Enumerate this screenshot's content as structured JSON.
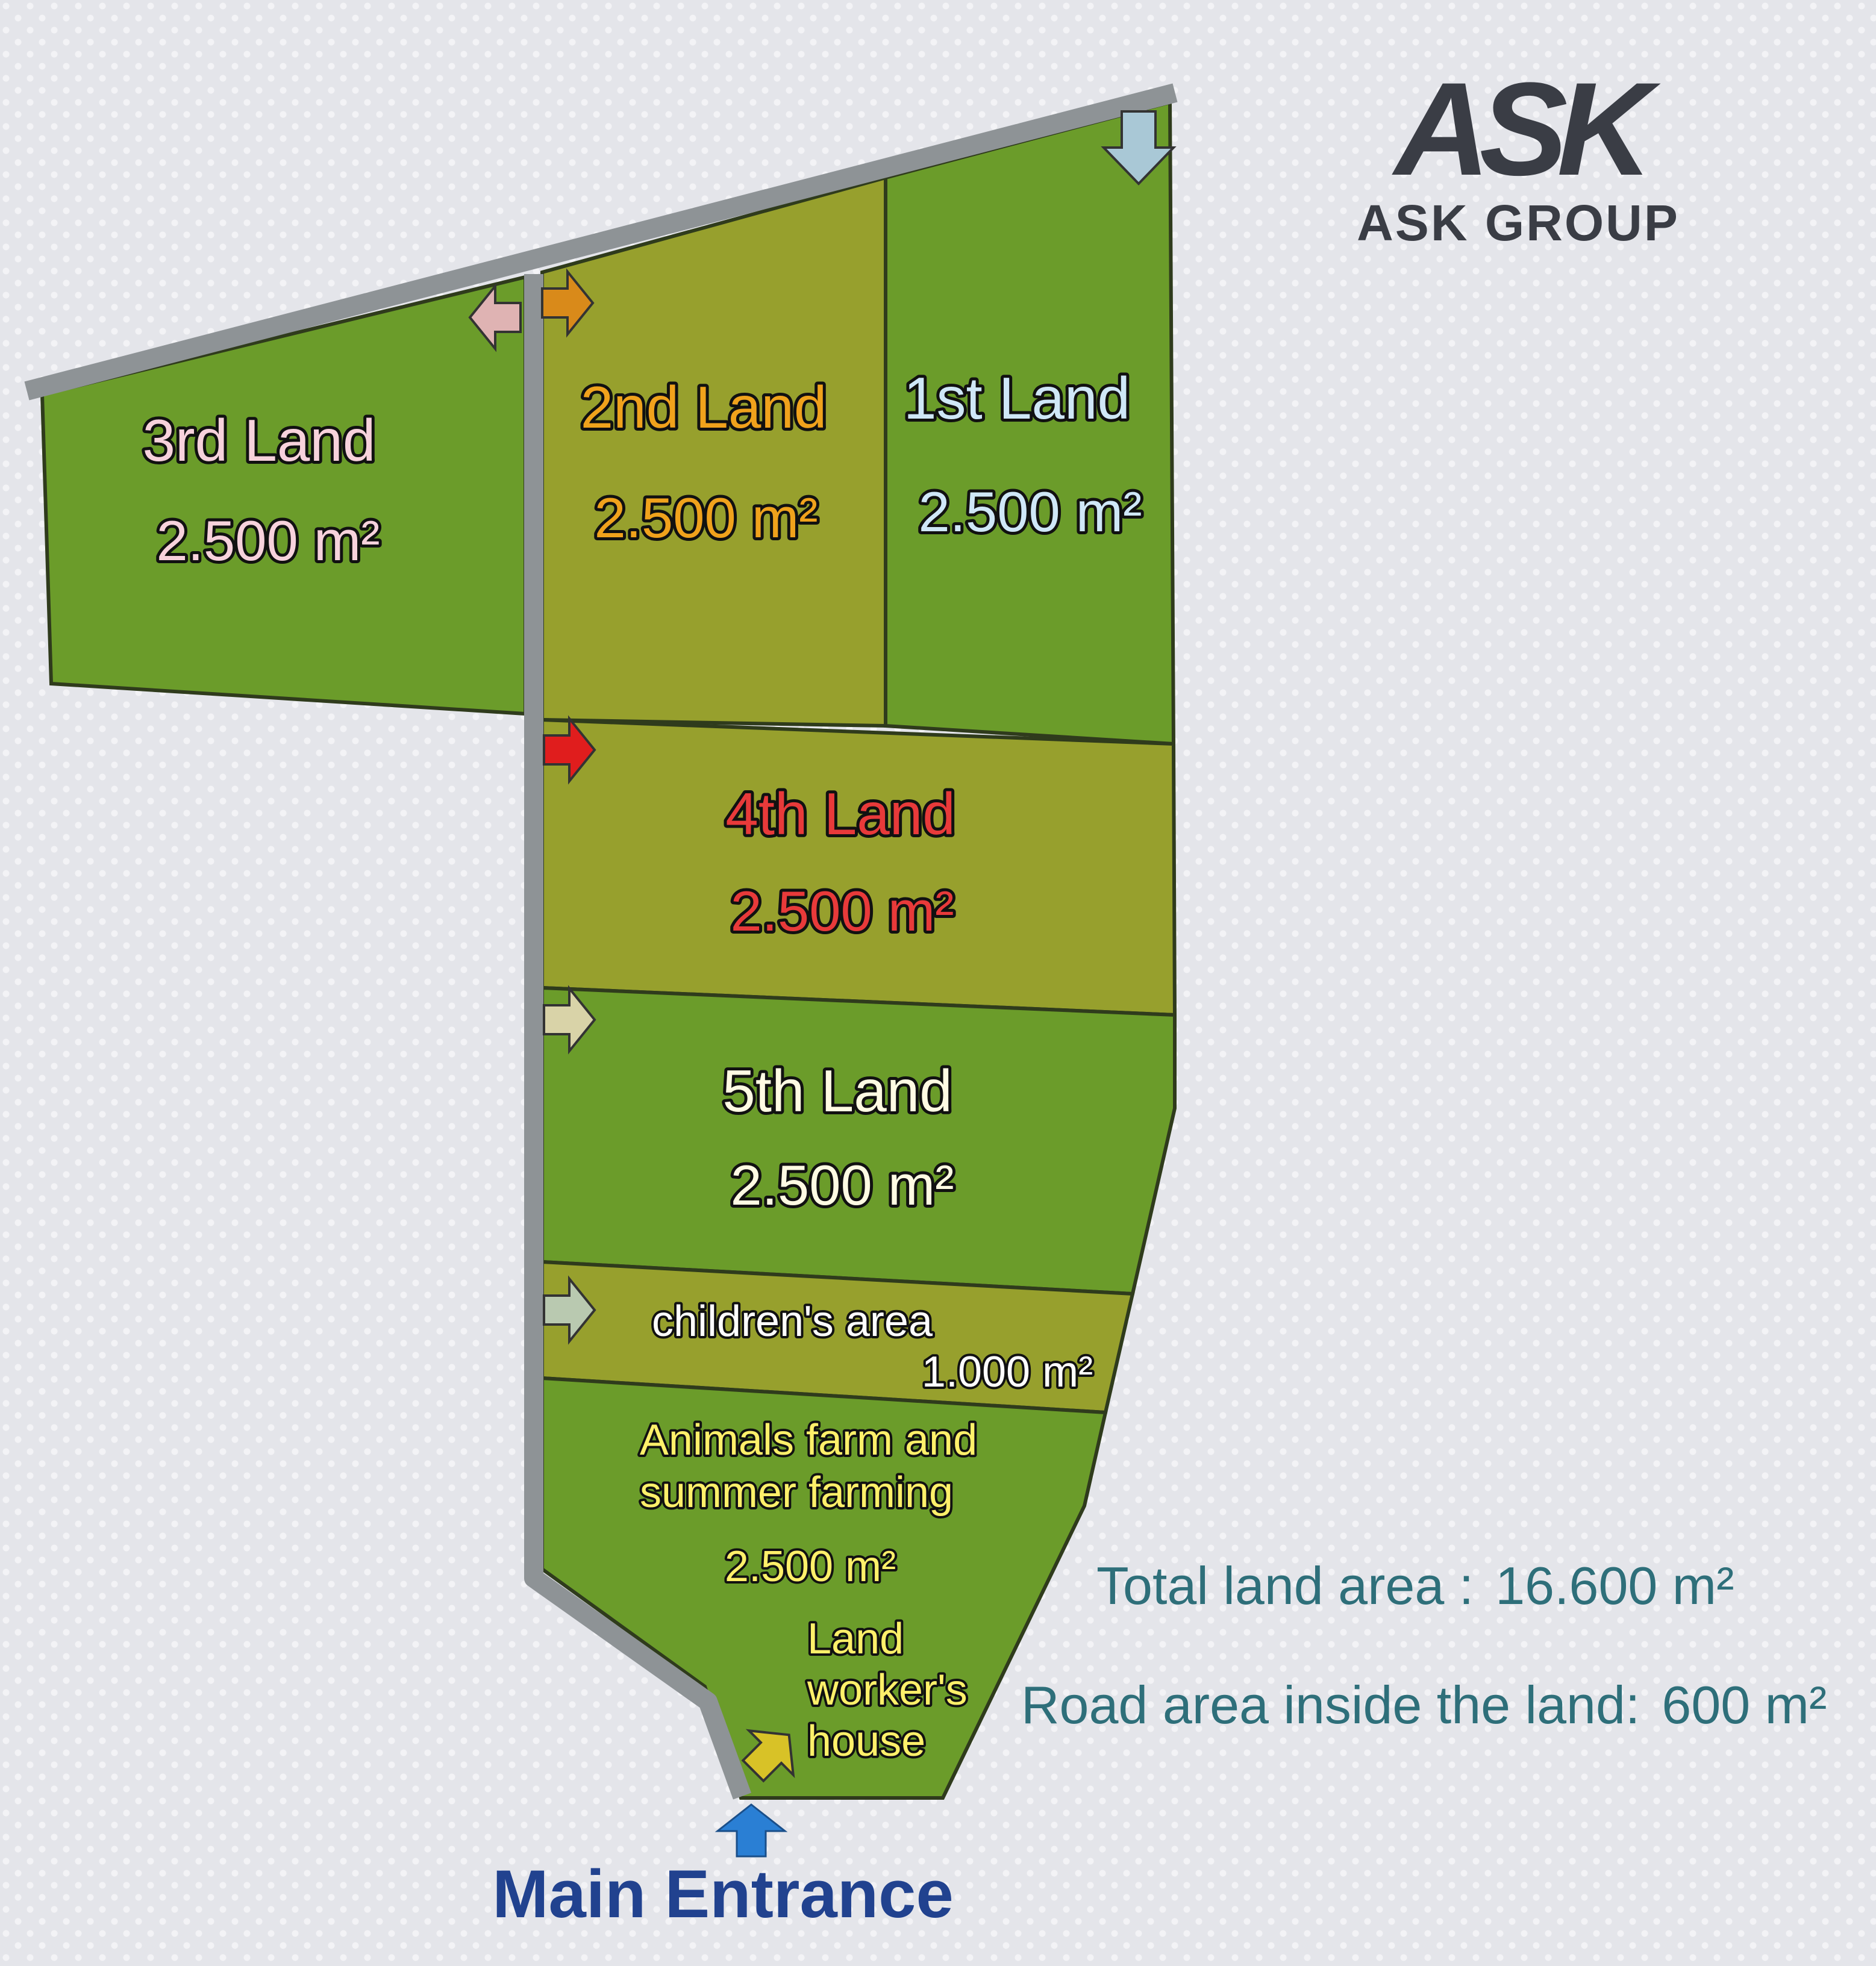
{
  "brand": {
    "logo_mark": "ASK",
    "name": "ASK GROUP"
  },
  "plots": {
    "first": {
      "name": "1st Land",
      "area": "2.500 m²",
      "name_color": "#cfe7f7",
      "arrow_color": "#a9c8d6"
    },
    "second": {
      "name": "2nd Land",
      "area": "2.500 m²",
      "name_color": "#f0a21c",
      "arrow_color": "#d98a1a"
    },
    "third": {
      "name": "3rd Land",
      "area": "2.500 m²",
      "name_color": "#f7d2dc",
      "arrow_color": "#dfb3b3"
    },
    "fourth": {
      "name": "4th Land",
      "area": "2.500 m²",
      "name_color": "#e83a3a",
      "arrow_color": "#e01d1d"
    },
    "fifth": {
      "name": "5th Land",
      "area": "2.500 m²",
      "name_color": "#fffbe3",
      "arrow_color": "#d9d3a8"
    },
    "children": {
      "name": "children's area",
      "area": "1.000 m²",
      "name_color": "#ffffff",
      "arrow_color": "#b9c9b0"
    },
    "animals": {
      "name_line1": "Animals farm and",
      "name_line2": "summer farming",
      "area": "2.500 m²",
      "name_color": "#fff06a"
    },
    "worker": {
      "line1": "Land",
      "line2": "worker's",
      "line3": "house",
      "name_color": "#fff06a",
      "arrow_color": "#d8c227"
    }
  },
  "summary": {
    "total_label": "Total land area :",
    "total_value": "16.600 m²",
    "road_label": "Road area inside the land:",
    "road_value": "600 m²"
  },
  "entrance": {
    "label": "Main Entrance",
    "arrow_color": "#2a7fd4"
  },
  "colors": {
    "land_green": "#6b9c2a",
    "land_olive": "#97a02d",
    "road": "#8e9396",
    "outline": "#2f3b1c"
  }
}
